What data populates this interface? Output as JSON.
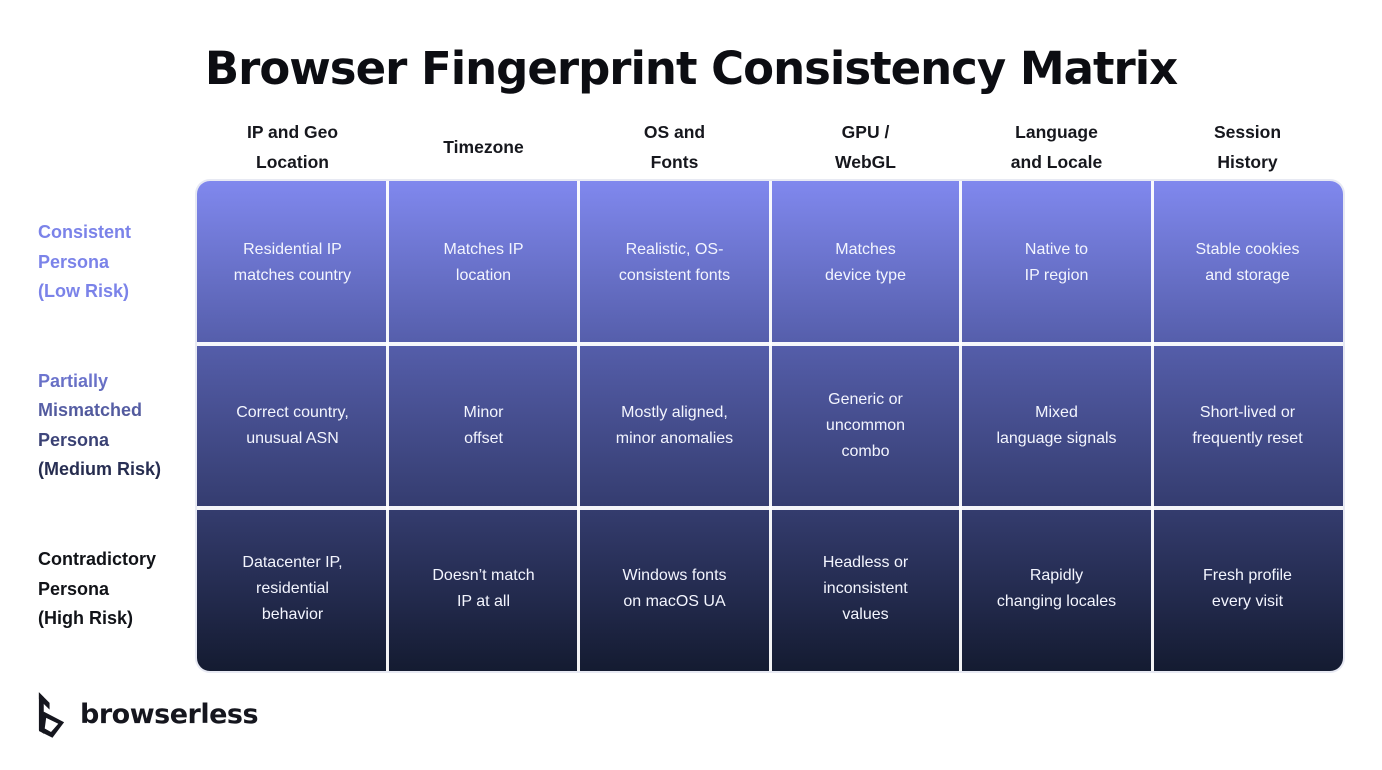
{
  "title": "Browser Fingerprint Consistency Matrix",
  "logo": {
    "text": "browserless"
  },
  "colors": {
    "gradient_top": "#8088ee",
    "gradient_bottom": "#141b31",
    "gridline": "#ffffff",
    "low_risk_label": "#7b83e9",
    "medium_risk_label_top": "#7b83e9",
    "medium_risk_label_bottom": "#151a2c",
    "high_risk_label": "#111318",
    "cell_text": "#f3f5fe"
  },
  "columns": [
    {
      "label": "IP and Geo\nLocation"
    },
    {
      "label": "Timezone"
    },
    {
      "label": "OS and\nFonts"
    },
    {
      "label": "GPU /\nWebGL"
    },
    {
      "label": "Language\nand Locale"
    },
    {
      "label": "Session\nHistory"
    }
  ],
  "rows": [
    {
      "label": "Consistent\nPersona\n(Low Risk)",
      "risk": "low",
      "cells": [
        "Residential IP\nmatches country",
        "Matches IP\nlocation",
        "Realistic, OS-\nconsistent fonts",
        "Matches\ndevice type",
        "Native to\nIP region",
        "Stable cookies\nand storage"
      ]
    },
    {
      "label": "Partially\nMismatched\nPersona\n(Medium Risk)",
      "risk": "medium",
      "cells": [
        "Correct country,\nunusual ASN",
        "Minor\noffset",
        "Mostly aligned,\nminor anomalies",
        "Generic or\nuncommon\ncombo",
        "Mixed\nlanguage signals",
        "Short-lived or\nfrequently reset"
      ]
    },
    {
      "label": "Contradictory\nPersona\n(High Risk)",
      "risk": "high",
      "cells": [
        "Datacenter IP,\nresidential\nbehavior",
        "Doesn’t match\nIP at all",
        "Windows fonts\non macOS UA",
        "Headless or\ninconsistent\nvalues",
        "Rapidly\nchanging locales",
        "Fresh profile\nevery visit"
      ]
    }
  ]
}
